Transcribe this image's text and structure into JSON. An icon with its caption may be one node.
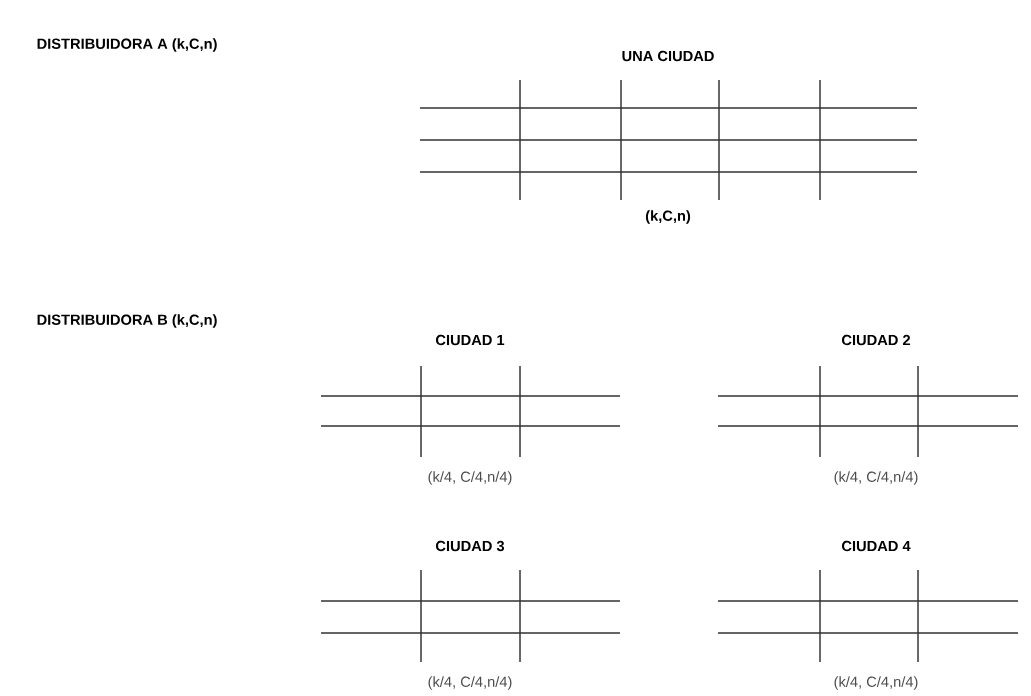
{
  "diagram": {
    "labels": [
      "DISTRIBUIDORA A (k,C,n)",
      "UNA CIUDAD",
      "(k,C,n)",
      "DISTRIBUIDORA B (k,C,n)",
      "CIUDAD 1",
      "CIUDAD 2",
      "(k/4, C/4,n/4)",
      "(k/4, C/4,n/4)",
      "CIUDAD 3",
      "CIUDAD 4",
      "(k/4, C/4,n/4)",
      "(k/4, C/4,n/4)"
    ]
  }
}
